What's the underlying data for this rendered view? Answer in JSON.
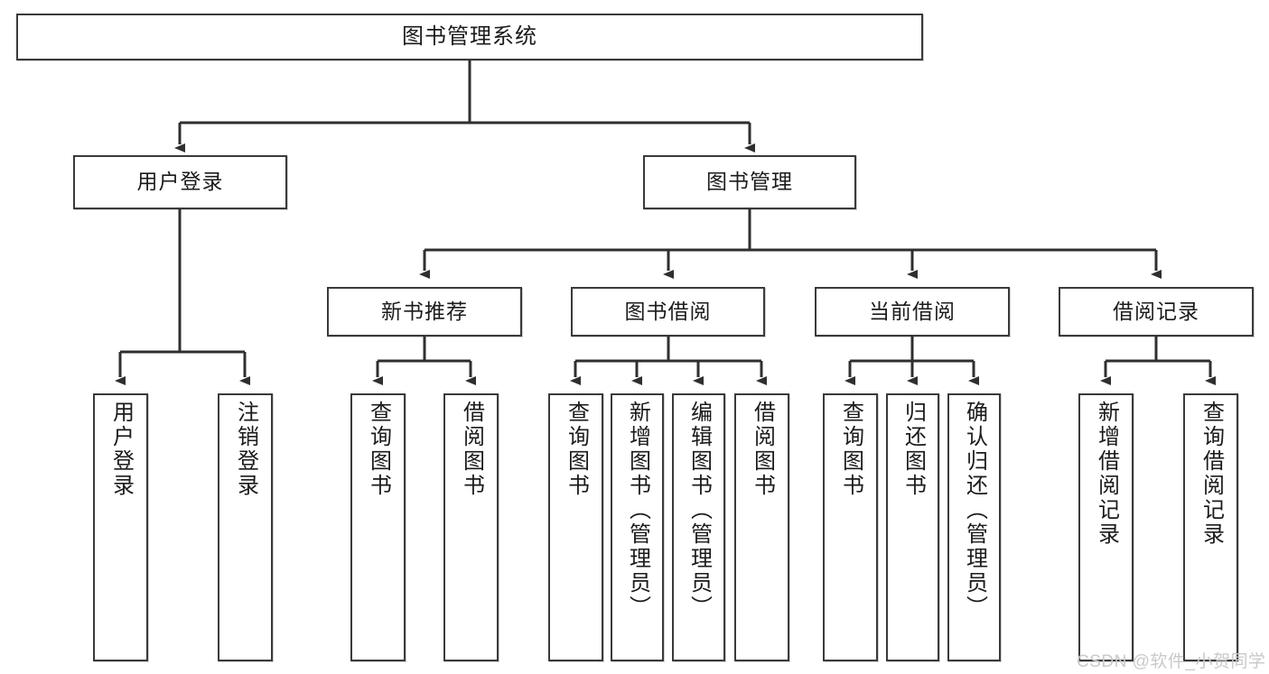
{
  "diagram": {
    "title": "图书管理系统",
    "type": "hierarchy-tree",
    "levels": 4,
    "root": {
      "id": "root",
      "label": "图书管理系统"
    },
    "level2": [
      {
        "id": "user-login",
        "label": "用户登录"
      },
      {
        "id": "book-manage",
        "label": "图书管理"
      }
    ],
    "level3": [
      {
        "id": "new-book-rec",
        "label": "新书推荐",
        "parent": "book-manage"
      },
      {
        "id": "book-borrow",
        "label": "图书借阅",
        "parent": "book-manage"
      },
      {
        "id": "current-borrow",
        "label": "当前借阅",
        "parent": "book-manage"
      },
      {
        "id": "borrow-record",
        "label": "借阅记录",
        "parent": "book-manage"
      }
    ],
    "leaves": {
      "user_login": [
        {
          "id": "leaf-user-login",
          "label": "用户登录"
        },
        {
          "id": "leaf-logout",
          "label": "注销登录"
        }
      ],
      "new_book_rec": [
        {
          "id": "leaf-query-book-1",
          "label": "查询图书"
        },
        {
          "id": "leaf-borrow-book-1",
          "label": "借阅图书"
        }
      ],
      "book_borrow": [
        {
          "id": "leaf-query-book-2",
          "label": "查询图书"
        },
        {
          "id": "leaf-add-book",
          "label": "新增图书（管理员）"
        },
        {
          "id": "leaf-edit-book",
          "label": "编辑图书（管理员）"
        },
        {
          "id": "leaf-borrow-book-2",
          "label": "借阅图书"
        }
      ],
      "current_borrow": [
        {
          "id": "leaf-query-book-3",
          "label": "查询图书"
        },
        {
          "id": "leaf-return-book",
          "label": "归还图书"
        },
        {
          "id": "leaf-confirm-return",
          "label": "确认归还（管理员）"
        }
      ],
      "borrow_record": [
        {
          "id": "leaf-add-record",
          "label": "新增借阅记录"
        },
        {
          "id": "leaf-query-record",
          "label": "查询借阅记录"
        }
      ]
    },
    "watermark": "CSDN @软件_小贺同学",
    "colors": {
      "stroke": "#3a3a3a",
      "fill": "#ffffff",
      "text": "#1b1b1b",
      "watermark": "#c9c9c9"
    }
  }
}
